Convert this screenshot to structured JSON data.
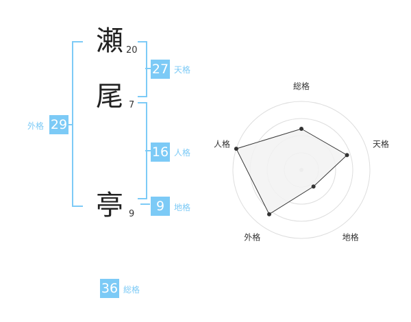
{
  "name": {
    "chars": [
      {
        "char": "瀬",
        "strokes": "20"
      },
      {
        "char": "尾",
        "strokes": "7"
      },
      {
        "char": "亭",
        "strokes": "9"
      }
    ]
  },
  "kaku": {
    "tenkaku": {
      "label": "天格",
      "value": "27"
    },
    "jinkaku": {
      "label": "人格",
      "value": "16"
    },
    "chikaku": {
      "label": "地格",
      "value": "9"
    },
    "gaikaku": {
      "label": "外格",
      "value": "29"
    },
    "soukaku": {
      "label": "総格",
      "value": "36"
    }
  },
  "chart_data": {
    "type": "radar",
    "axes": [
      "総格",
      "天格",
      "地格",
      "外格",
      "人格"
    ],
    "values": [
      0.6,
      0.7,
      0.3,
      0.8,
      1.0
    ],
    "range": [
      0,
      1
    ],
    "rings": 4,
    "colors": {
      "fill": "#f2f2f2",
      "stroke": "#333333",
      "grid": "#dddddd"
    }
  }
}
